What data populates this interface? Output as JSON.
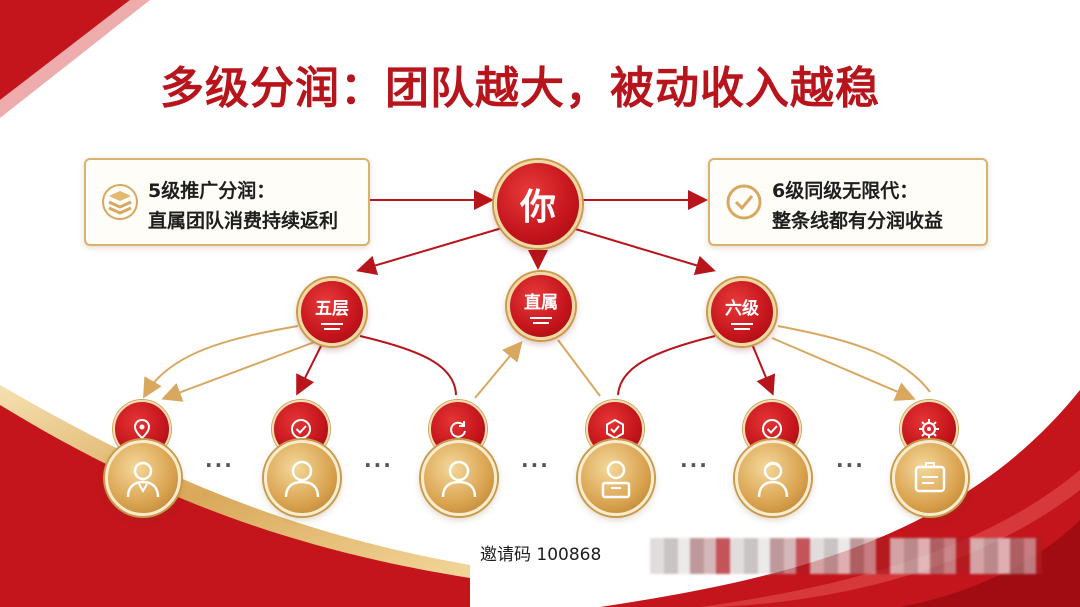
{
  "title": "多级分润：团队越大，被动收入越稳",
  "left_box": {
    "line1": "5级推广分润：",
    "line2": "直属团队消费持续返利"
  },
  "right_box": {
    "line1": "6级同级无限代：",
    "line2": "整条线都有分润收益"
  },
  "center_node": {
    "label": "你"
  },
  "level_nodes": [
    {
      "label": "五层"
    },
    {
      "label": "直属"
    },
    {
      "label": "六级"
    }
  ],
  "members": [
    {
      "badge_icon": "location-pin-icon",
      "avatar_icon": "female-agent-icon"
    },
    {
      "badge_icon": "check-circle-icon",
      "avatar_icon": "person-icon"
    },
    {
      "badge_icon": "refresh-icon",
      "avatar_icon": "person-icon"
    },
    {
      "badge_icon": "cube-icon",
      "avatar_icon": "service-agent-icon"
    },
    {
      "badge_icon": "check-circle-icon",
      "avatar_icon": "elder-icon"
    },
    {
      "badge_icon": "gear-icon",
      "avatar_icon": "id-card-icon"
    }
  ],
  "dots": "···",
  "invite_code": "邀请码 100868",
  "colors": {
    "brand_red": "#c4141c",
    "gold": "#d8b271"
  }
}
